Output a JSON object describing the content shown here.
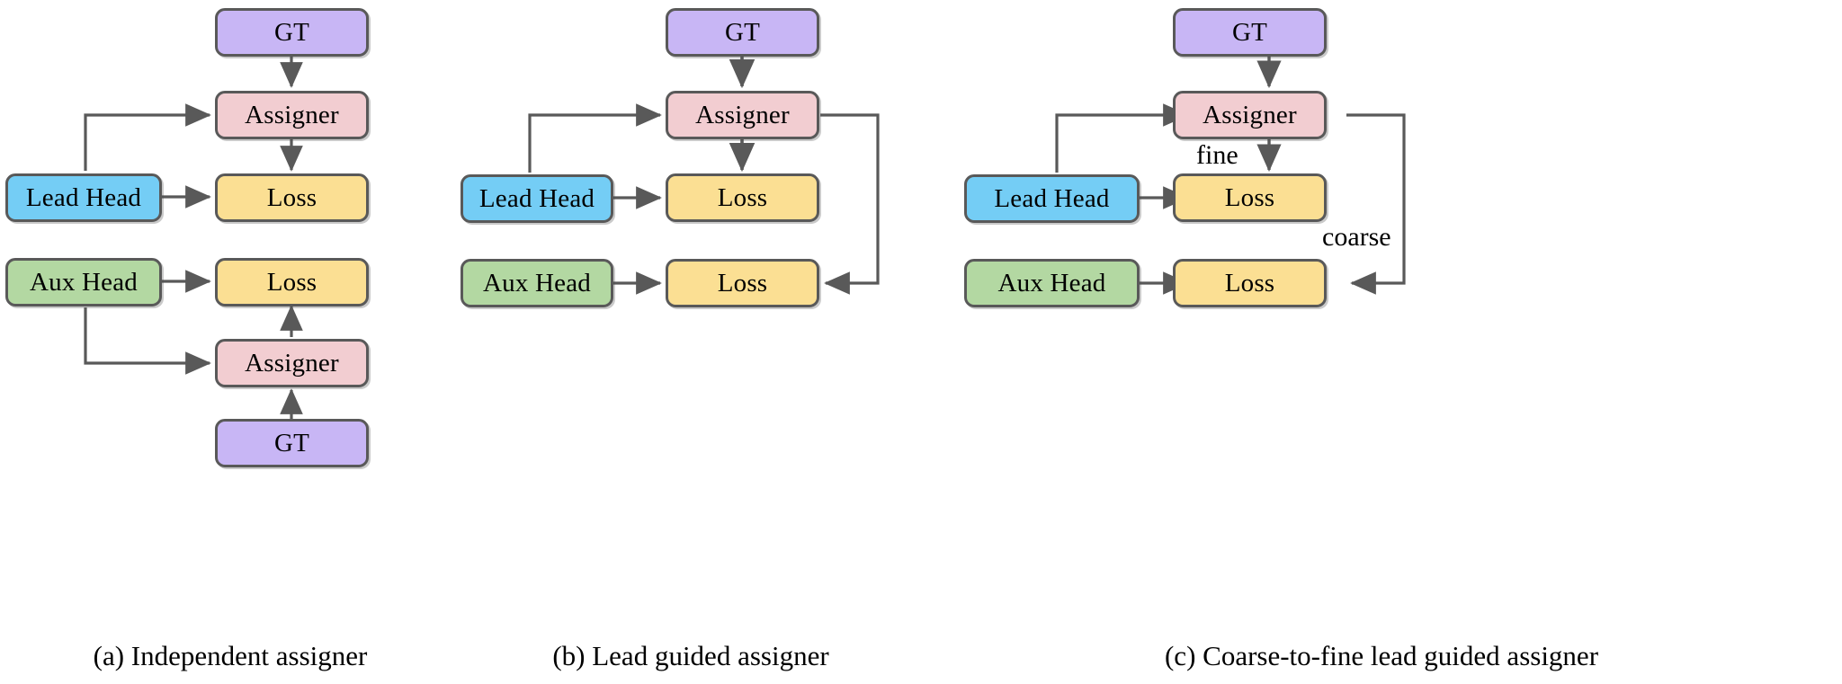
{
  "figure": {
    "type": "diagram",
    "background": "#ffffff",
    "palette": {
      "gt": "#c8b6f5",
      "assigner": "#f2cdd1",
      "loss": "#fbdf93",
      "lead_head": "#74cdf5",
      "aux_head": "#b3d8a2",
      "stroke": "#595959",
      "text": "#000000"
    }
  },
  "panels": [
    {
      "id": "a",
      "caption": "(a) Independent assigner",
      "nodes": {
        "gt_top": "GT",
        "assigner_top": "Assigner",
        "lead_head": "Lead Head",
        "loss_lead": "Loss",
        "aux_head": "Aux Head",
        "loss_aux": "Loss",
        "assigner_bottom": "Assigner",
        "gt_bottom": "GT"
      },
      "edges": [
        {
          "from": "GT",
          "to": "Assigner"
        },
        {
          "from": "Assigner",
          "to": "Loss"
        },
        {
          "from": "Lead Head",
          "to": "Loss"
        },
        {
          "from": "Lead Head",
          "to": "Assigner"
        },
        {
          "from": "Aux Head",
          "to": "Loss"
        },
        {
          "from": "Aux Head",
          "to": "Assigner"
        },
        {
          "from": "Assigner",
          "to": "Loss"
        },
        {
          "from": "GT",
          "to": "Assigner"
        }
      ]
    },
    {
      "id": "b",
      "caption": "(b) Lead guided assigner",
      "nodes": {
        "gt_top": "GT",
        "assigner_top": "Assigner",
        "lead_head": "Lead Head",
        "loss_lead": "Loss",
        "aux_head": "Aux Head",
        "loss_aux": "Loss"
      },
      "edges": [
        {
          "from": "GT",
          "to": "Assigner"
        },
        {
          "from": "Assigner",
          "to": "Loss"
        },
        {
          "from": "Lead Head",
          "to": "Loss"
        },
        {
          "from": "Lead Head",
          "to": "Assigner"
        },
        {
          "from": "Aux Head",
          "to": "Loss"
        },
        {
          "from": "Assigner",
          "to": "Loss"
        }
      ]
    },
    {
      "id": "c",
      "caption": "(c) Coarse-to-fine lead guided assigner",
      "nodes": {
        "gt_top": "GT",
        "assigner_top": "Assigner",
        "lead_head": "Lead Head",
        "loss_lead": "Loss",
        "aux_head": "Aux Head",
        "loss_aux": "Loss"
      },
      "edge_labels": {
        "fine": "fine",
        "coarse": "coarse"
      },
      "edges": [
        {
          "from": "GT",
          "to": "Assigner"
        },
        {
          "from": "Assigner",
          "to": "Loss",
          "label": "fine"
        },
        {
          "from": "Lead Head",
          "to": "Loss"
        },
        {
          "from": "Lead Head",
          "to": "Assigner"
        },
        {
          "from": "Aux Head",
          "to": "Loss"
        },
        {
          "from": "Assigner",
          "to": "Loss",
          "label": "coarse"
        }
      ]
    }
  ]
}
